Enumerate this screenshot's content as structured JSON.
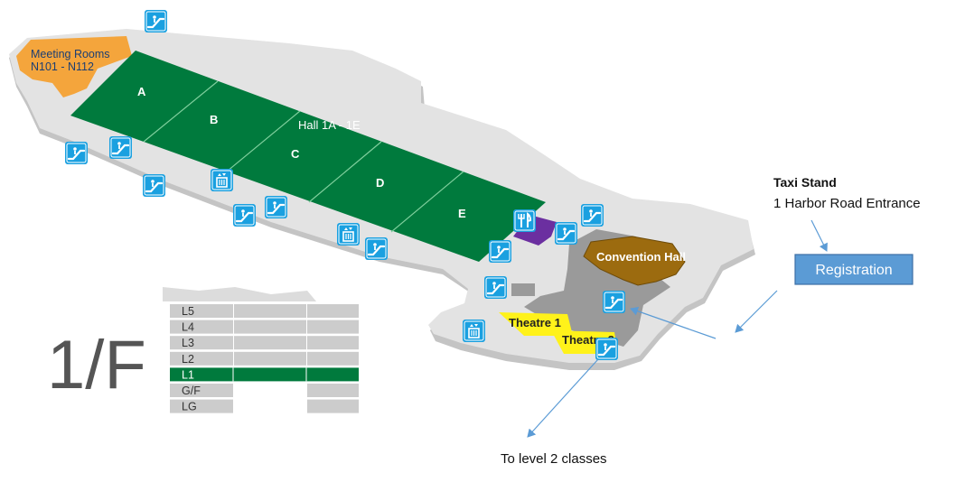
{
  "floor": {
    "title": "1/F",
    "levels": [
      "L5",
      "L4",
      "L3",
      "L2",
      "L1",
      "G/F",
      "LG"
    ],
    "active_level": "L1"
  },
  "rooms": {
    "meeting_rooms": {
      "name": "Meeting Rooms",
      "range": "N101 - N112",
      "color": "#f4a53c"
    },
    "halls": [
      "A",
      "B",
      "C",
      "D",
      "E"
    ],
    "hall_group": "Hall 1A - 1E",
    "hall_color": "#007a3d",
    "convention_hall": {
      "name": "Convention Hall",
      "color": "#9c6b0f"
    },
    "theatre_1": "Theatre 1",
    "theatre_2": "Theatre 2",
    "theatre_color": "#fff21a",
    "dining_color": "#6b2fa0"
  },
  "colors": {
    "icon_blue": "#1aa0e0",
    "floor_grey": "#e3e3e3",
    "wall_grey": "#c4c4c4",
    "concourse_grey": "#9a9a9a",
    "arrow_blue": "#5b9bd5",
    "registration_fill": "#5b9bd5",
    "registration_border": "#3d6fa5"
  },
  "icons": [
    "escalator-icon",
    "escalator-icon",
    "escalator-icon",
    "escalator-icon",
    "escalator-icon",
    "escalator-icon",
    "escalator-icon",
    "escalator-icon",
    "escalator-icon",
    "escalator-icon",
    "escalator-icon",
    "escalator-icon",
    "elevator-icon",
    "elevator-icon",
    "elevator-icon",
    "restaurant-icon"
  ],
  "annotations": {
    "taxi_title": "Taxi Stand",
    "taxi_subtitle": "1 Harbor Road Entrance",
    "registration": "Registration",
    "level2": "To level 2 classes"
  }
}
